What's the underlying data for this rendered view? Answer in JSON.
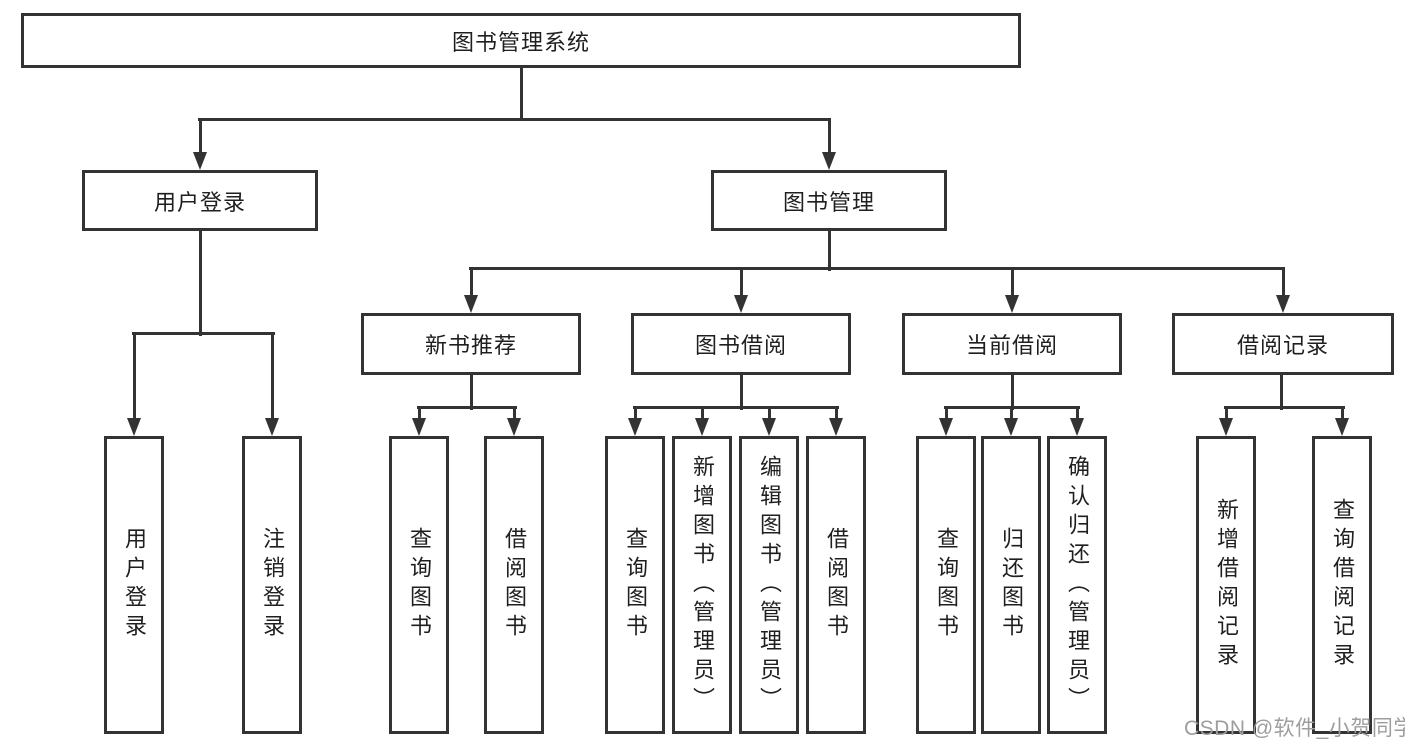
{
  "tree": {
    "root": "图书管理系统",
    "level2": [
      {
        "label": "用户登录"
      },
      {
        "label": "图书管理"
      }
    ],
    "level3": [
      {
        "label": "新书推荐"
      },
      {
        "label": "图书借阅"
      },
      {
        "label": "当前借阅"
      },
      {
        "label": "借阅记录"
      }
    ],
    "leaves": {
      "login": [
        "用户登录",
        "注销登录"
      ],
      "recommend": [
        "查询图书",
        "借阅图书"
      ],
      "borrow": [
        "查询图书",
        "新增图书（管理员）",
        "编辑图书（管理员）",
        "借阅图书"
      ],
      "current": [
        "查询图书",
        "归还图书",
        "确认归还（管理员）"
      ],
      "records": [
        "新增借阅记录",
        "查询借阅记录"
      ]
    }
  },
  "watermark": "CSDN @软件_小贺同学",
  "colors": {
    "line": "#333333",
    "text": "#1f1f1f",
    "watermark": "#9e9e9e",
    "background": "#ffffff"
  }
}
